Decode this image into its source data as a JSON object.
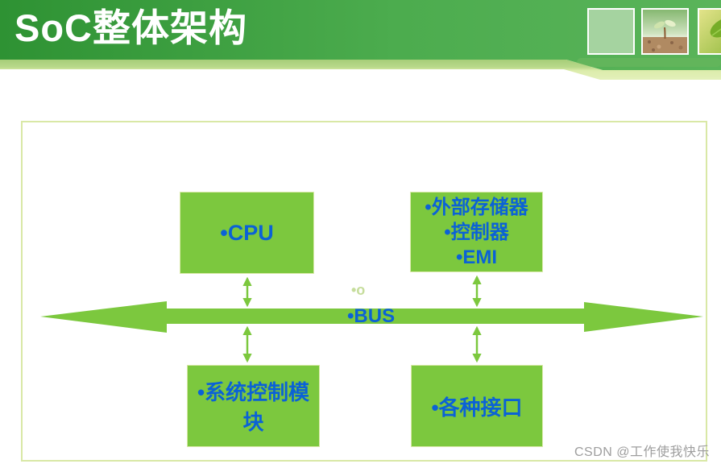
{
  "header": {
    "title": "SoC整体架构",
    "images": [
      {
        "name": "green-placeholder-square"
      },
      {
        "name": "seedling-photo"
      },
      {
        "name": "leaf-photo"
      }
    ]
  },
  "diagram": {
    "cpu": {
      "label": "•CPU"
    },
    "memory_controller": {
      "line1": "•外部存储器",
      "line2": "•控制器",
      "line3": "•EMI"
    },
    "system_control": {
      "label": "•系统控制模块"
    },
    "interfaces": {
      "label": "•各种接口"
    },
    "bus": {
      "sub_bullet": "•o",
      "label": "•BUS"
    }
  },
  "watermark": "CSDN @工作使我快乐",
  "colors": {
    "header_gradient_start": "#2e9233",
    "header_gradient_end": "#5ab45a",
    "band_top": "#a6cd78",
    "band_bottom": "#e3f0ba",
    "shape_green": "#7cc83e",
    "box_border": "#d9e9a9",
    "label_blue": "#0b62d6",
    "sub_bullet_green": "#c6dd9c",
    "content_border": "#d9e8a6",
    "watermark_gray": "#9e9e9e"
  }
}
